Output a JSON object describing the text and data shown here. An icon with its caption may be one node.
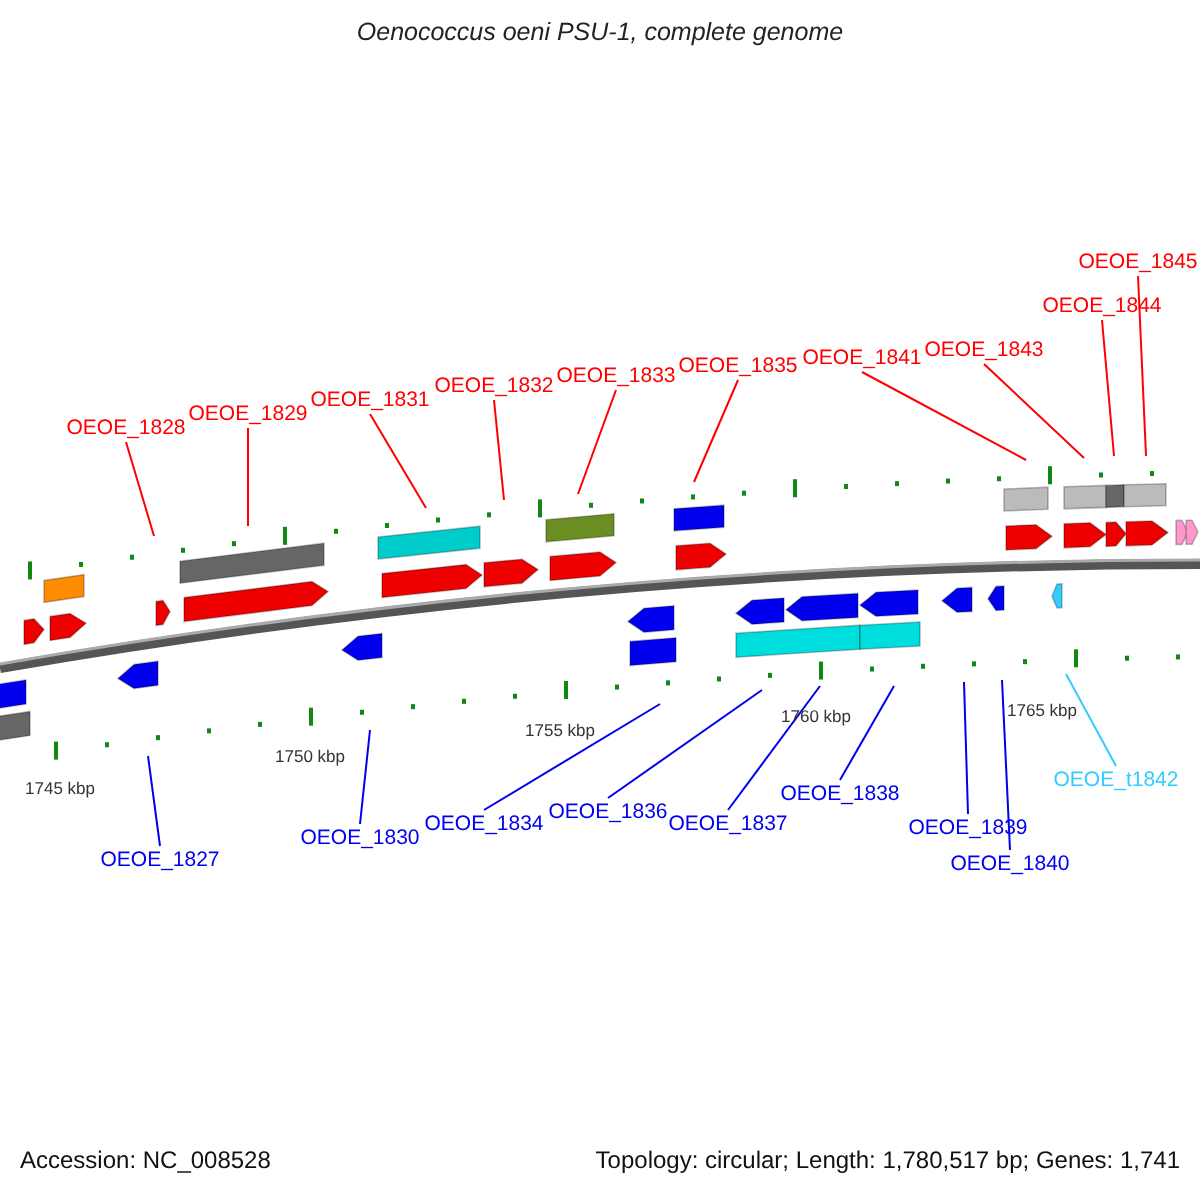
{
  "diagram": {
    "title": "Oenococcus oeni PSU-1, complete genome",
    "nodes": [
      {
        "text": [
          "OEOE_1845"
        ]
      },
      {
        "text": [
          "OEOE_1844"
        ]
      },
      {
        "text": [
          "OEOE_1843"
        ]
      },
      {
        "text": [
          "OEOE_1841"
        ]
      },
      {
        "text": [
          "OEOE_1835"
        ]
      },
      {
        "text": [
          "OEOE_1833"
        ]
      },
      {
        "text": [
          "OEOE_1832"
        ]
      },
      {
        "text": [
          "OEOE_1831"
        ]
      },
      {
        "text": [
          "OEOE_1829"
        ]
      },
      {
        "text": [
          "OEOE_1828"
        ]
      },
      {
        "text": [
          "OEOE_t1842"
        ]
      },
      {
        "text": [
          "OEOE_1838"
        ]
      },
      {
        "text": [
          "OEOE_1836"
        ]
      },
      {
        "text": [
          "OEOE_1837"
        ]
      },
      {
        "text": [
          "OEOE_1834"
        ]
      },
      {
        "text": [
          "OEOE_1839"
        ]
      },
      {
        "text": [
          "OEOE_1830"
        ]
      },
      {
        "text": [
          "OEOE_1827"
        ]
      },
      {
        "text": [
          "OEOE_1840"
        ]
      }
    ],
    "edges": [
      {
        "from": 0,
        "to": null,
        "arrow": "none"
      },
      {
        "from": 1,
        "to": null,
        "arrow": "none"
      },
      {
        "from": 2,
        "to": null,
        "arrow": "none"
      },
      {
        "from": 3,
        "to": null,
        "arrow": "none"
      },
      {
        "from": 4,
        "to": null,
        "arrow": "none"
      },
      {
        "from": 5,
        "to": null,
        "arrow": "none"
      },
      {
        "from": 6,
        "to": null,
        "arrow": "none"
      },
      {
        "from": 7,
        "to": null,
        "arrow": "none"
      },
      {
        "from": 8,
        "to": null,
        "arrow": "none"
      },
      {
        "from": 9,
        "to": null,
        "arrow": "none"
      },
      {
        "from": 10,
        "to": null,
        "arrow": "none",
        "color": "#33ccff"
      },
      {
        "from": 11,
        "to": null,
        "arrow": "none",
        "color": "#0000ee"
      },
      {
        "from": 12,
        "to": null,
        "arrow": "none",
        "color": "#0000ee"
      },
      {
        "from": 13,
        "to": null,
        "arrow": "none",
        "color": "#0000ee"
      },
      {
        "from": 14,
        "to": null,
        "arrow": "none",
        "color": "#0000ee"
      },
      {
        "from": 15,
        "to": null,
        "arrow": "none",
        "color": "#0000ee"
      },
      {
        "from": 16,
        "to": null,
        "arrow": "none",
        "color": "#0000ee"
      },
      {
        "from": 17,
        "to": null,
        "arrow": "none",
        "color": "#0000ee"
      },
      {
        "from": 18,
        "to": null,
        "arrow": "none",
        "color": "#0000ee"
      }
    ],
    "labels": [
      "1765 kbp",
      "1760 kbp",
      "1755 kbp",
      "1750 kbp",
      "1745 kbp",
      "Accession: NC_008528",
      "Topology: circular; Length: 1,780,517 bp; Genes: 1,741"
    ]
  }
}
